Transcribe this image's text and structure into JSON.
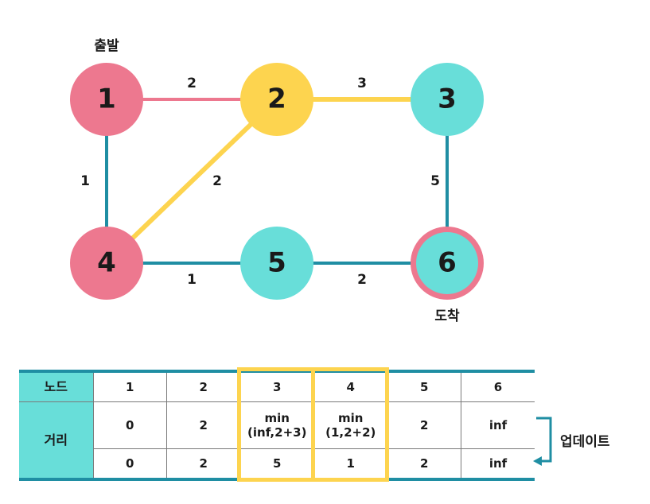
{
  "graph": {
    "nodes": [
      {
        "id": "1",
        "label": "1",
        "color": "#ed788f"
      },
      {
        "id": "2",
        "label": "2",
        "color": "#fdd44f"
      },
      {
        "id": "3",
        "label": "3",
        "color": "#68ded9"
      },
      {
        "id": "4",
        "label": "4",
        "color": "#ed788f"
      },
      {
        "id": "5",
        "label": "5",
        "color": "#68ded9"
      },
      {
        "id": "6",
        "label": "6",
        "color": "#68ded9",
        "ring": "#ed788f"
      }
    ],
    "edges": [
      {
        "from": "1",
        "to": "2",
        "weight": "2",
        "color": "#ed788f"
      },
      {
        "from": "2",
        "to": "3",
        "weight": "3",
        "color": "#fdd44f"
      },
      {
        "from": "1",
        "to": "4",
        "weight": "1",
        "color": "#1f8ea3"
      },
      {
        "from": "2",
        "to": "4",
        "weight": "2",
        "color": "#fdd44f"
      },
      {
        "from": "3",
        "to": "6",
        "weight": "5",
        "color": "#1f8ea3"
      },
      {
        "from": "4",
        "to": "5",
        "weight": "1",
        "color": "#1f8ea3"
      },
      {
        "from": "5",
        "to": "6",
        "weight": "2",
        "color": "#1f8ea3"
      }
    ],
    "start_label": "출발",
    "end_label": "도착"
  },
  "table": {
    "row_headers": {
      "node": "노드",
      "distance": "거리"
    },
    "nodes": [
      "1",
      "2",
      "3",
      "4",
      "5",
      "6"
    ],
    "before": [
      "0",
      "2",
      "min\n(inf,2+3)",
      "min\n(1,2+2)",
      "2",
      "inf"
    ],
    "after": [
      "0",
      "2",
      "5",
      "1",
      "2",
      "inf"
    ]
  },
  "update_label": "업데이트",
  "colors": {
    "pink": "#ed788f",
    "yellow": "#fdd44f",
    "cyan": "#68ded9",
    "teal": "#1f8ea3"
  }
}
